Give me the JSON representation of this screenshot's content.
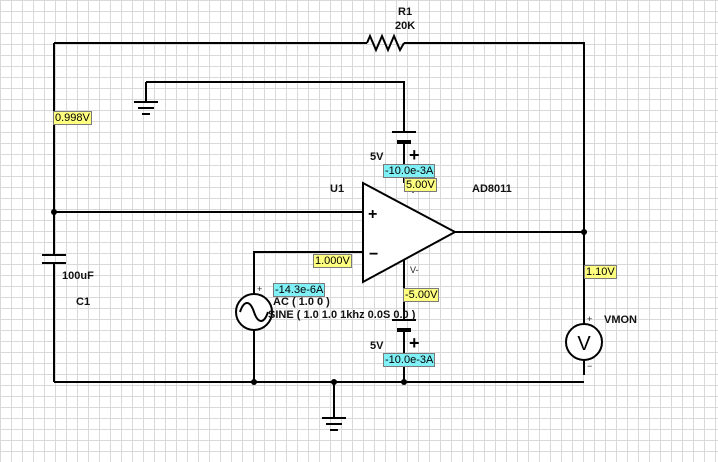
{
  "components": {
    "r1": {
      "ref": "R1",
      "value": "20K"
    },
    "c1": {
      "ref": "C1",
      "value": "100uF"
    },
    "u1": {
      "ref": "U1",
      "part": "AD8011",
      "plus": "+",
      "minus": "−",
      "vplus_pin": "V+",
      "vminus_pin": "V-"
    },
    "vpos_battery": {
      "value": "5V",
      "terminal": "+"
    },
    "vneg_battery": {
      "value": "5V",
      "terminal": "+"
    },
    "source": {
      "ac_spec": "AC ( 1.0 0 )",
      "sine_spec": "SINE ( 1.0 1.0 1khz 0.0S 0.0 )",
      "terminal": "+"
    },
    "vmon": {
      "ref": "VMON",
      "symbol": "V",
      "plus": "+",
      "minus": "−"
    }
  },
  "probes": {
    "cap_node_voltage": "0.998V",
    "vplus_supply_current": "-10.0e-3A",
    "vplus_voltage": "5.00V",
    "inverting_input_voltage": "1.000V",
    "source_current": "-14.3e-6A",
    "vminus_voltage": "-5.00V",
    "vminus_supply_current": "-10.0e-3A",
    "output_voltage": "1.10V"
  },
  "colors": {
    "wire": "#000000",
    "grid": "#d9d9d9",
    "voltage_probe": "#ffff80",
    "current_probe": "#7ff0f5"
  }
}
